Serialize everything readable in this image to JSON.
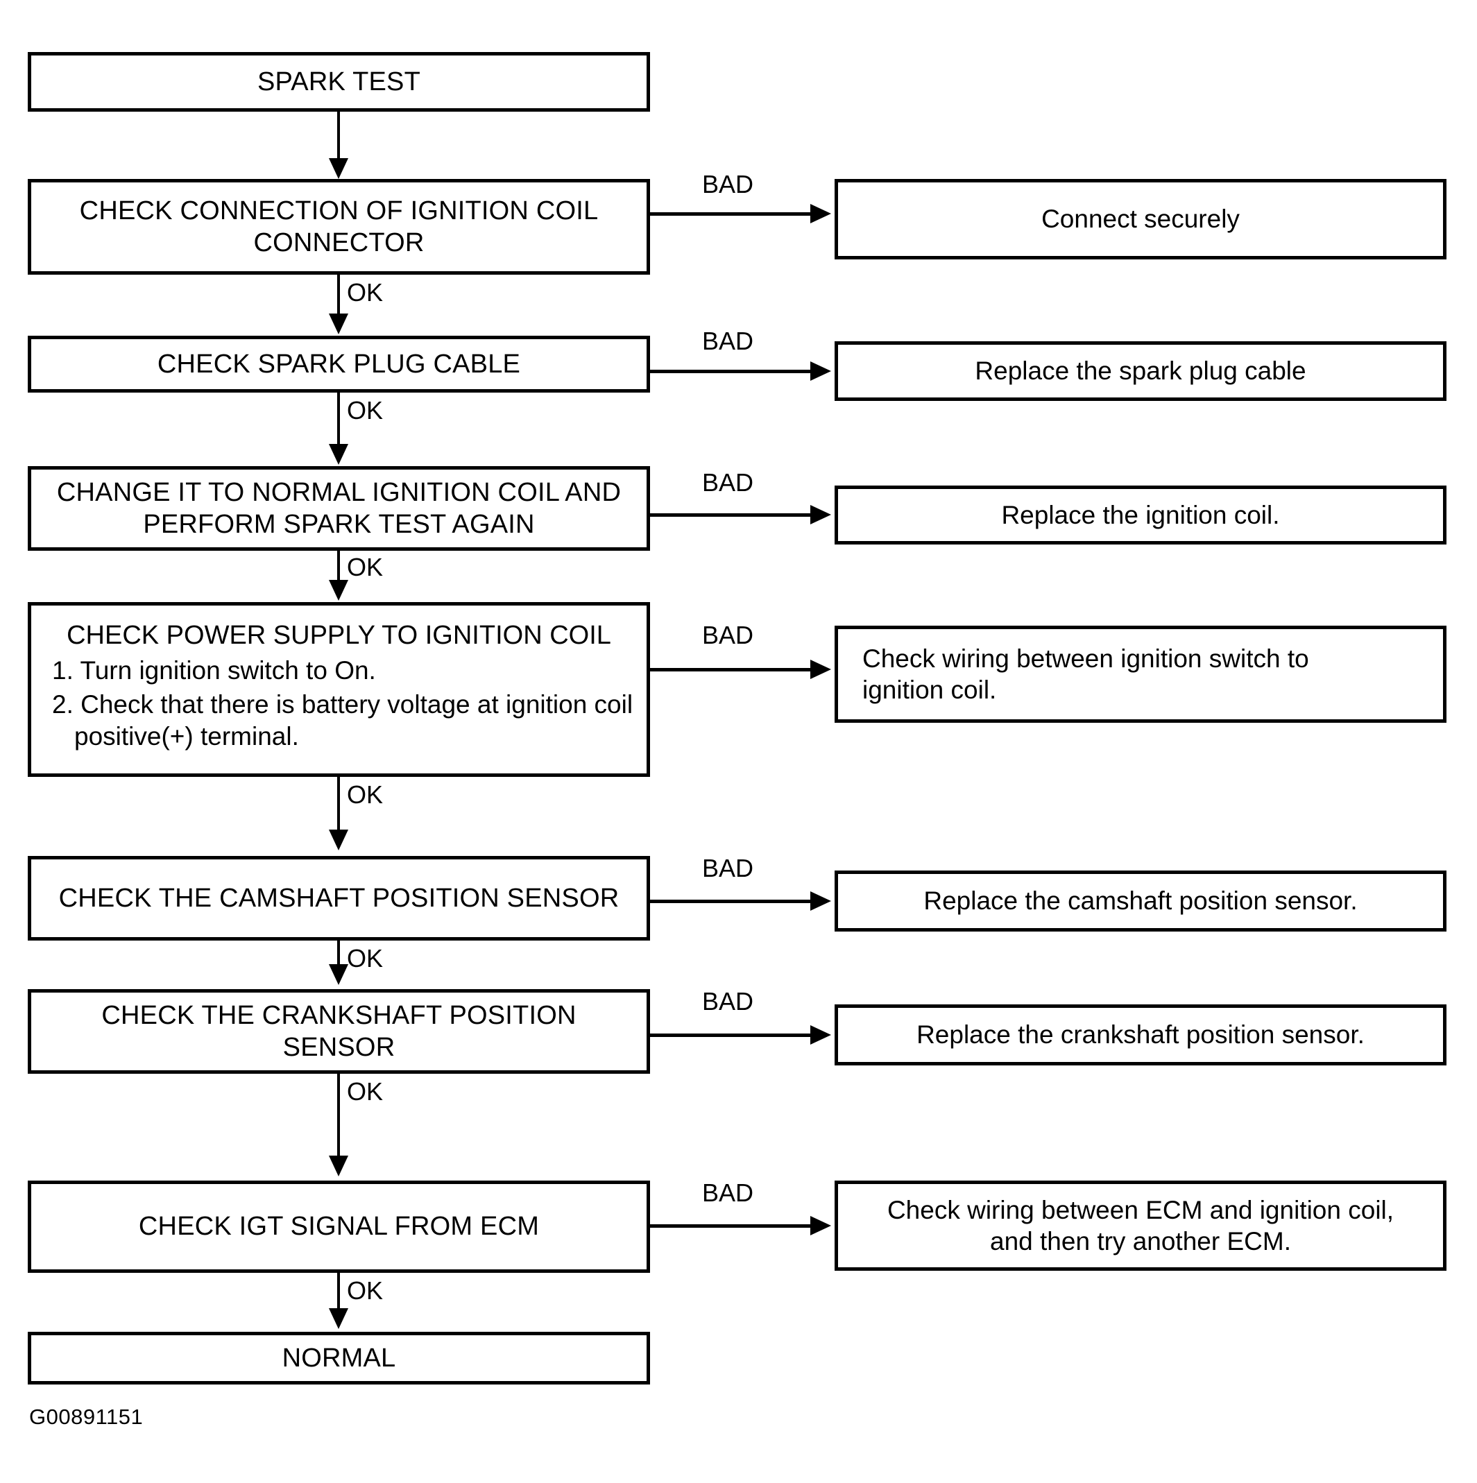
{
  "figure": {
    "id_label": "G00891151",
    "edge_ok": "OK",
    "edge_bad": "BAD"
  },
  "nodes": {
    "start": {
      "label": "SPARK TEST"
    },
    "check_connector": {
      "label": "CHECK CONNECTION OF IGNITION COIL\nCONNECTOR"
    },
    "check_cable": {
      "label": "CHECK SPARK PLUG CABLE"
    },
    "change_coil": {
      "label": "CHANGE IT TO NORMAL IGNITION COIL AND\nPERFORM SPARK TEST AGAIN"
    },
    "check_power": {
      "heading": "CHECK POWER SUPPLY TO IGNITION COIL",
      "steps": [
        "1. Turn ignition switch to On.",
        "2. Check that there is battery voltage at ignition\n    coil positive(+) terminal."
      ]
    },
    "check_cmp": {
      "label": "CHECK THE CAMSHAFT POSITION SENSOR"
    },
    "check_ckp": {
      "label": "CHECK THE CRANKSHAFT POSITION\nSENSOR"
    },
    "check_igt": {
      "label": "CHECK IGT SIGNAL FROM ECM"
    },
    "normal": {
      "label": "NORMAL"
    }
  },
  "results": {
    "connect_securely": {
      "label": "Connect securely"
    },
    "replace_cable": {
      "label": "Replace the spark plug cable"
    },
    "replace_coil": {
      "label": "Replace the ignition coil."
    },
    "check_wiring_switch": {
      "label": "Check wiring between ignition switch to\nignition coil."
    },
    "replace_cmp": {
      "label": "Replace the camshaft position sensor."
    },
    "replace_ckp": {
      "label": "Replace the crankshaft position sensor."
    },
    "check_wiring_ecm": {
      "label": "Check wiring between ECM and ignition coil,\nand then try another ECM."
    }
  },
  "edges": {
    "ok_labels": [
      "OK",
      "OK",
      "OK",
      "OK",
      "OK",
      "OK",
      "OK"
    ],
    "bad_labels": [
      "BAD",
      "BAD",
      "BAD",
      "BAD",
      "BAD",
      "BAD",
      "BAD"
    ]
  }
}
